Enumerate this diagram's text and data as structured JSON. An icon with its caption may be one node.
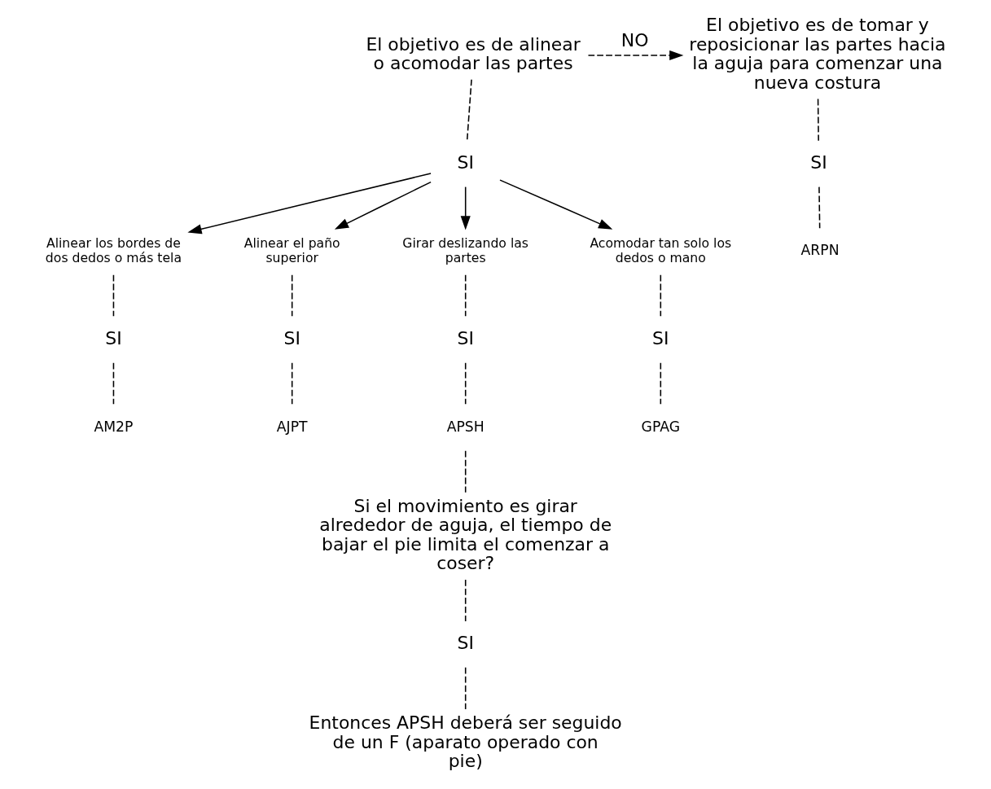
{
  "diagram": {
    "nodes": [
      {
        "text": [
          "El objetivo es de alinear o acomodar las partes"
        ]
      },
      {
        "text": [
          "El objetivo es de tomar y reposicionar las partes hacia la aguja para comenzar una nueva costura"
        ]
      },
      {
        "text": [
          "SI"
        ]
      },
      {
        "text": [
          "SI"
        ]
      },
      {
        "text": [
          "Alinear los bordes de dos dedos o más tela"
        ]
      },
      {
        "text": [
          "Alinear el paño superior"
        ]
      },
      {
        "text": [
          "Girar deslizando las partes"
        ]
      },
      {
        "text": [
          "Acomodar tan solo los dedos o mano"
        ]
      },
      {
        "text": [
          "SI"
        ]
      },
      {
        "text": [
          "SI"
        ]
      },
      {
        "text": [
          "SI"
        ]
      },
      {
        "text": [
          "SI"
        ]
      },
      {
        "text": [
          "AM2P"
        ]
      },
      {
        "text": [
          "AJPT"
        ]
      },
      {
        "text": [
          "APSH"
        ]
      },
      {
        "text": [
          "GPAG"
        ]
      },
      {
        "text": [
          "ARPN"
        ]
      },
      {
        "text": [
          "Si el movimiento es girar alrededor de aguja, el tiempo de bajar el pie limita el comenzar a coser?"
        ]
      },
      {
        "text": [
          "SI"
        ]
      },
      {
        "text": [
          "Entonces APSH deberá ser seguido de un F (aparato operado con pie)"
        ]
      }
    ],
    "edges": [
      {
        "from": 0,
        "to": 1,
        "arrow": "to",
        "label": "NO",
        "style": "dashed"
      },
      {
        "from": 0,
        "to": 2,
        "arrow": "none",
        "style": "dashed"
      },
      {
        "from": 1,
        "to": 3,
        "arrow": "none",
        "style": "dashed"
      },
      {
        "from": 3,
        "to": 16,
        "arrow": "none",
        "style": "dashed"
      },
      {
        "from": 2,
        "to": 4,
        "arrow": "to"
      },
      {
        "from": 2,
        "to": 5,
        "arrow": "to"
      },
      {
        "from": 2,
        "to": 6,
        "arrow": "to"
      },
      {
        "from": 2,
        "to": 7,
        "arrow": "to"
      },
      {
        "from": 4,
        "to": 8,
        "arrow": "none",
        "style": "dashed"
      },
      {
        "from": 5,
        "to": 9,
        "arrow": "none",
        "style": "dashed"
      },
      {
        "from": 6,
        "to": 10,
        "arrow": "none",
        "style": "dashed"
      },
      {
        "from": 7,
        "to": 11,
        "arrow": "none",
        "style": "dashed"
      },
      {
        "from": 8,
        "to": 12,
        "arrow": "none",
        "style": "dashed"
      },
      {
        "from": 9,
        "to": 13,
        "arrow": "none",
        "style": "dashed"
      },
      {
        "from": 10,
        "to": 14,
        "arrow": "none",
        "style": "dashed"
      },
      {
        "from": 11,
        "to": 15,
        "arrow": "none",
        "style": "dashed"
      },
      {
        "from": 14,
        "to": 17,
        "arrow": "none",
        "style": "dashed"
      },
      {
        "from": 17,
        "to": 18,
        "arrow": "none",
        "style": "dashed"
      },
      {
        "from": 18,
        "to": 19,
        "arrow": "none",
        "style": "dashed"
      }
    ]
  }
}
